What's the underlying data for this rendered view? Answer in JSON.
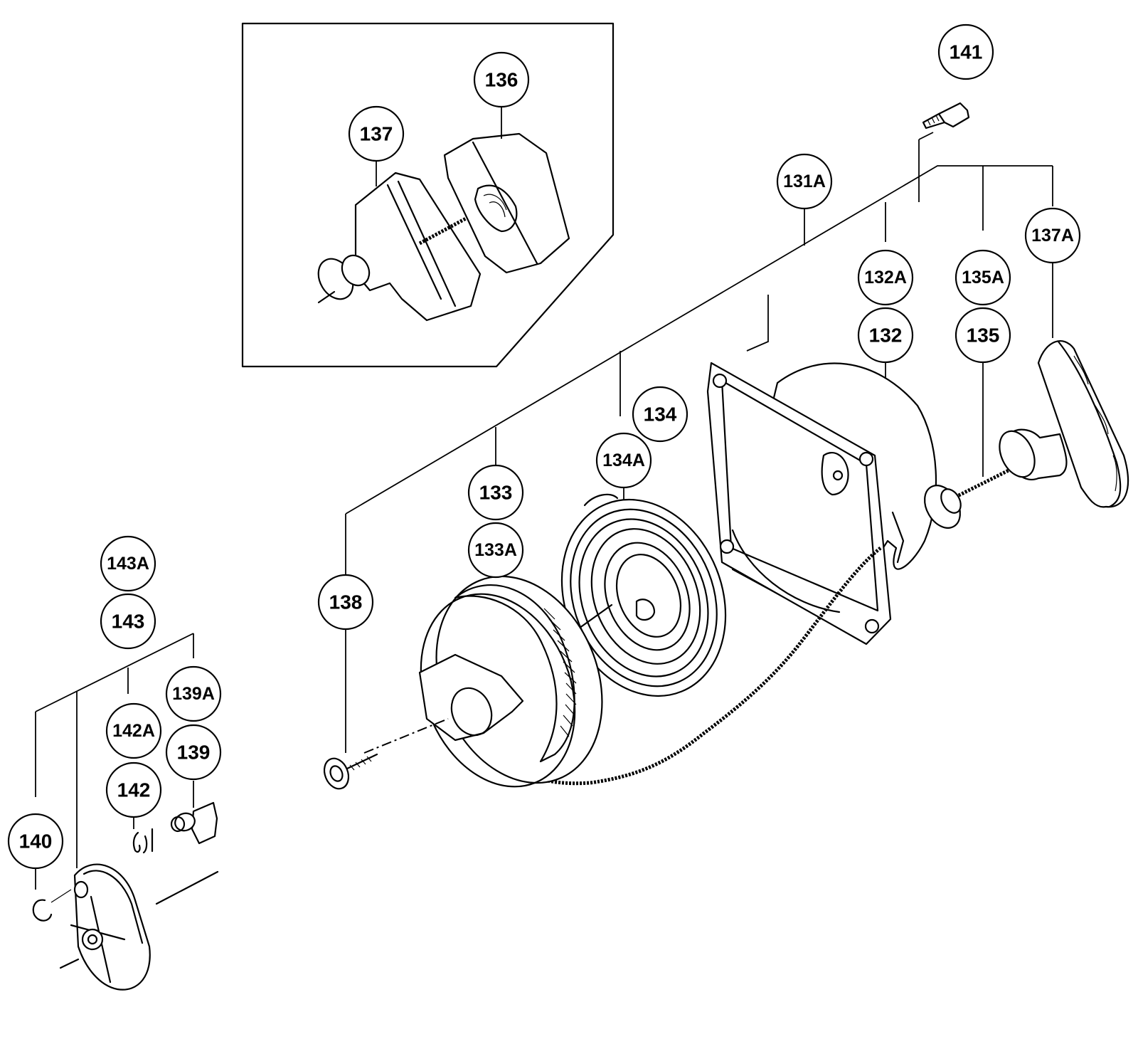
{
  "callouts": {
    "p131A": "131A",
    "p132A": "132A",
    "p132": "132",
    "p133": "133",
    "p133A": "133A",
    "p134": "134",
    "p134A": "134A",
    "p135A": "135A",
    "p135": "135",
    "p136": "136",
    "p137": "137",
    "p137A": "137A",
    "p138": "138",
    "p139A": "139A",
    "p139": "139",
    "p140": "140",
    "p141": "141",
    "p142A": "142A",
    "p142": "142",
    "p143A": "143A",
    "p143": "143"
  },
  "colors": {
    "line": "#000000",
    "background": "#ffffff"
  }
}
